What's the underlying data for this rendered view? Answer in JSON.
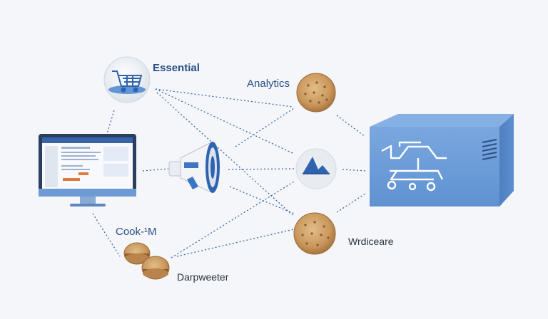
{
  "labels": {
    "essential": "Essential",
    "analytics": "Analytics",
    "cookie": "Cook-¹M",
    "darkweeter": "Darpweeter",
    "widecare": "Wrdiceare"
  },
  "icons": {
    "shopping": "shopping-cart-icon",
    "monitor": "desktop-monitor-icon",
    "megaphone": "megaphone-icon",
    "cookie": "cookie-icon",
    "shark": "shark-fin-icon",
    "server": "server-box-icon"
  },
  "colors": {
    "background": "#f4f6f9",
    "accent": "#4a86d0",
    "text": "#2a4f86",
    "cookie": "#c99b63",
    "box": "#6a9ad6"
  }
}
